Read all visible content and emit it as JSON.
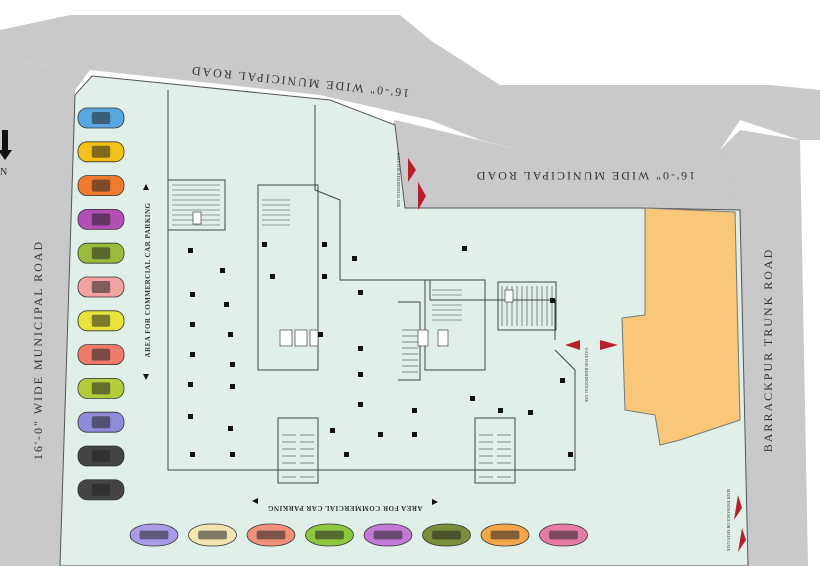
{
  "roads": {
    "top": "16'-0\" WIDE MUNICIPAL ROAD",
    "middle": "16'-0\" WIDE MUNICIPAL ROAD",
    "left": "16'-0\" WIDE MUNICIPAL ROAD",
    "right": "BARRACKPUR TRUNK ROAD"
  },
  "areas": {
    "left": "AREA FOR COMMERCIAL CAR PARKING",
    "bottom": "AREA FOR COMMERCIAL CAR PARKING"
  },
  "gates": {
    "top": "GATE FOR RESIDENTIAL USE",
    "right": "GATE FOR RESIDENTIAL USE",
    "bottom": "MAIN ENTRANCE OR MAIN GATE"
  },
  "north_label": "N",
  "colors": {
    "road": "#c9c9cb",
    "plot": "#e0f0e8",
    "building": "#f9c77a",
    "gate": "#b5202a"
  },
  "parking_left": [
    "#5aa6e0",
    "#f3c11a",
    "#f07b2e",
    "#b44fb6",
    "#9bbb3c",
    "#f2a2a0",
    "#e8e23a",
    "#f07b6a",
    "#b2cc3a",
    "#8f8bd8",
    "#444444",
    "#444444"
  ],
  "parking_bottom": [
    "#a99be6",
    "#f3e5b3",
    "#f0907a",
    "#8dc63f",
    "#c27ad6",
    "#7a8f3a",
    "#f3a64a",
    "#e87aa6"
  ]
}
